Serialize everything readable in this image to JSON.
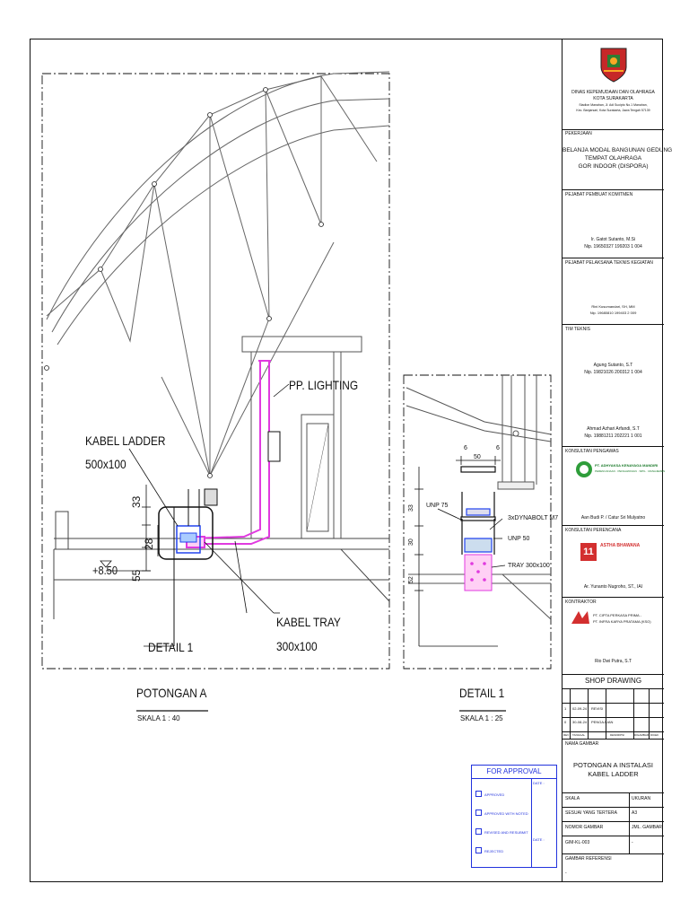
{
  "drawing": {
    "labels": {
      "pp_lighting": "PP. LIGHTING",
      "kabel_ladder": "KABEL LADDER",
      "kabel_ladder_size": "500x100",
      "kabel_tray": "KABEL TRAY",
      "kabel_tray_size": "300x100",
      "detail_ref": "DETAIL 1",
      "elevation": "+8.50",
      "dim_33": "33",
      "dim_28": "28",
      "dim_55": "55"
    },
    "section_a": {
      "title": "POTONGAN A",
      "scale": "SKALA  1 : 40"
    },
    "detail_1": {
      "title": "DETAIL 1",
      "scale": "SKALA  1 : 25",
      "labels": {
        "dim_6a": "6",
        "dim_50": "50",
        "dim_6b": "6",
        "unp75": "UNP 75",
        "dynabolt": "3xDYNABOLT M7",
        "unp50": "UNP 50",
        "tray": "TRAY 300x100",
        "dim_33": "33",
        "dim_30": "30",
        "dim_52": "52"
      }
    }
  },
  "approval": {
    "title": "FOR APPROVAL",
    "items": [
      "APPROVED",
      "APPROVED WITH NOTED",
      "REVISED AND RESUBMIT",
      "REJECTED"
    ],
    "date_label": "DATE :",
    "date_label2": "DATE :"
  },
  "title_block": {
    "agency": "DINAS KEPEMUDAAN DAN OLAHRAGA",
    "city": "KOTA SURAKARTA",
    "address1": "Stadion Manahan, Jl. Adi Sucipto No.1 Manahan,",
    "address2": "Kec. Banjarsari, Kota Surakarta, Jawa Tengah 57139",
    "pekerjaan_label": "PEKERJAAN",
    "pekerjaan_1": "BELANJA MODAL BANGUNAN GEDUNG",
    "pekerjaan_2": "TEMPAT OLAHRAGA",
    "pekerjaan_3": "GOR INDOOR (DISPORA)",
    "ppk_label": "PEJABAT PEMBUAT KOMITMEN",
    "ppk_name": "Ir. Gatot Sutanto, M.Si",
    "ppk_nip": "Nip. 19650327 199203 1 004",
    "pptk_label": "PEJABAT PELAKSANA TEKNIS KEGIATAN",
    "pptk_name": "Rini Kusumandari, SH, MM",
    "pptk_nip": "Nip. 19680810 199403 2 009",
    "tim_label": "TIM TEKNIS",
    "tim1_name": "Agung Sutanto, S.T",
    "tim1_nip": "Nip. 19821026 200312 1 004",
    "tim2_name": "Ahmad Azhari Arfandi, S.T",
    "tim2_nip": "Nip. 19881211 202221 1 001",
    "pengawas_label": "KONSULTAN PENGAWAS",
    "pengawas_company": "PT. ADHYAKSA KENAYAGA MANDIRI",
    "pengawas_sub": "PERENCANAAN · PENGAWASAN · SIPIL · MANAJEMEN",
    "pengawas_names": "Aan Budi P. / Catur Sri Mulyatno",
    "perencana_label": "KONSULTAN PERENCANA",
    "perencana_company": "ASTHA BHAWANA",
    "perencana_logo_char": "11",
    "perencana_name": "Ar. Yunanto Nugroho, ST., IAI",
    "kontraktor_label": "KONTRAKTOR",
    "kontraktor_1": "PT. CIPTA PERKASA PRIMA -",
    "kontraktor_2": "PT. INFRA KARYA PRATAMA (KSO)",
    "kontraktor_name": "Rio Dwi Putra, S.T",
    "shop_drawing": "SHOP DRAWING",
    "rev_rows": [
      {
        "no": "1",
        "tanggal": "02-09-24",
        "deskripsi": "REVISI"
      },
      {
        "no": "0",
        "tanggal": "30-08-24",
        "deskripsi": "PENGAJUAN"
      }
    ],
    "rev_headers": [
      "REV",
      "TANGGAL",
      "DESKRIPSI",
      "DIGAMBAR",
      "DICEK"
    ],
    "nama_gambar_label": "NAMA GAMBAR",
    "nama_gambar_1": "POTONGAN A INSTALASI",
    "nama_gambar_2": "KABEL LADDER",
    "skala_label": "SKALA",
    "ukuran_label": "UKURAN",
    "skala_value": "SESUAI YANG TERTERA",
    "ukuran_value": "A3",
    "nomor_label": "NOMOR GAMBAR",
    "jml_label": "JML. GAMBAR",
    "nomor_value": "GIM-KL-003",
    "jml_value": "-",
    "ref_label": "GAMBAR REFERENSI",
    "ref_value": "-"
  }
}
